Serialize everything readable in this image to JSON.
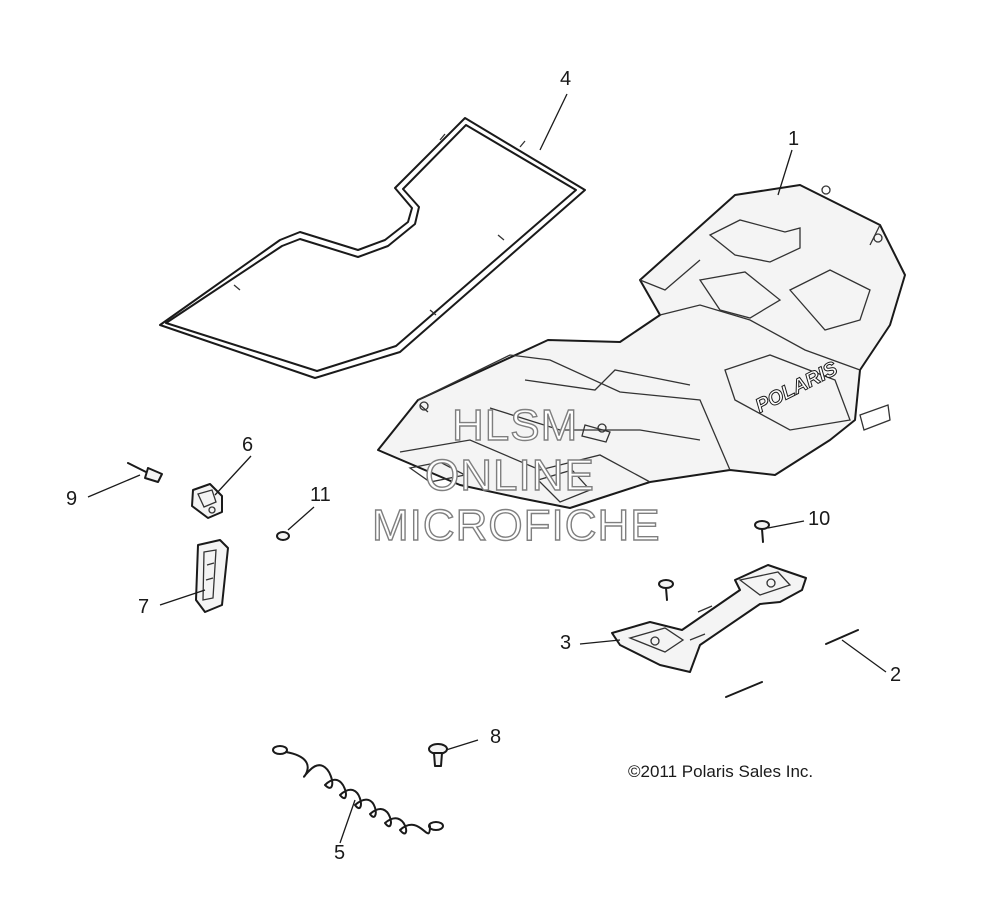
{
  "diagram": {
    "callouts": {
      "c1": "1",
      "c2": "2",
      "c3": "3",
      "c4": "4",
      "c5": "5",
      "c6": "6",
      "c7": "7",
      "c8": "8",
      "c9": "9",
      "c10": "10",
      "c11": "11"
    },
    "copyright": "©2011 Polaris Sales Inc.",
    "logo_text": "POLARIS",
    "watermark": {
      "line1": "HLSM",
      "line2": "ONLINE",
      "line3": "MICROFICHE"
    }
  }
}
